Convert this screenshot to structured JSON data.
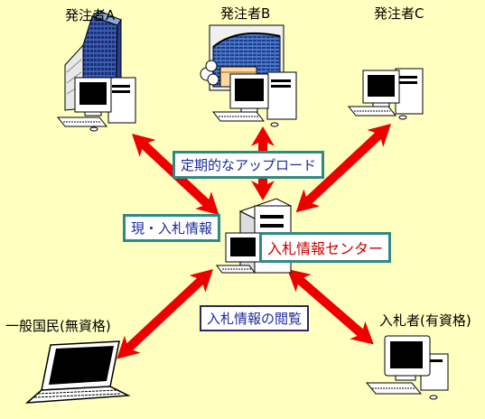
{
  "nodes": {
    "orderer_a": "発注者A",
    "orderer_b": "発注者B",
    "orderer_c": "発注者C",
    "public": "一般国民(無資格)",
    "bidder": "入札者(有資格)"
  },
  "boxes": {
    "upload": "定期的なアップロード",
    "current_info": "現・入札情報",
    "center": "入札情報センター",
    "browse": "入札情報の閲覧"
  },
  "colors": {
    "background": "#ffffc0",
    "arrow": "#ee0000",
    "box_border_teal": "#2f8a86",
    "box_border_dark": "#2a2a5a",
    "text_blue": "#1e2a9a",
    "text_red": "#cc0000"
  }
}
